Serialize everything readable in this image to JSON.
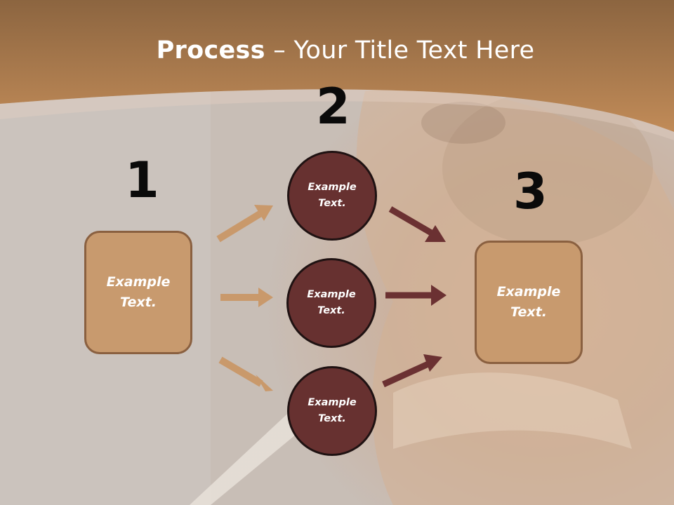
{
  "title": {
    "bold": "Process",
    "rest": " – Your Title Text Here"
  },
  "steps": {
    "one": "1",
    "two": "2",
    "three": "3"
  },
  "left_box": {
    "line1": "Example",
    "line2": "Text."
  },
  "circles": [
    {
      "line1": "Example",
      "line2": "Text."
    },
    {
      "line1": "Example",
      "line2": "Text."
    },
    {
      "line1": "Example",
      "line2": "Text."
    }
  ],
  "right_box": {
    "line1": "Example",
    "line2": "Text."
  },
  "colors": {
    "header": "#b98552",
    "box_fill": "#c89a6e",
    "circle_fill": "#673130",
    "arrow_light": "#c9996b",
    "arrow_dark": "#6b3132"
  }
}
